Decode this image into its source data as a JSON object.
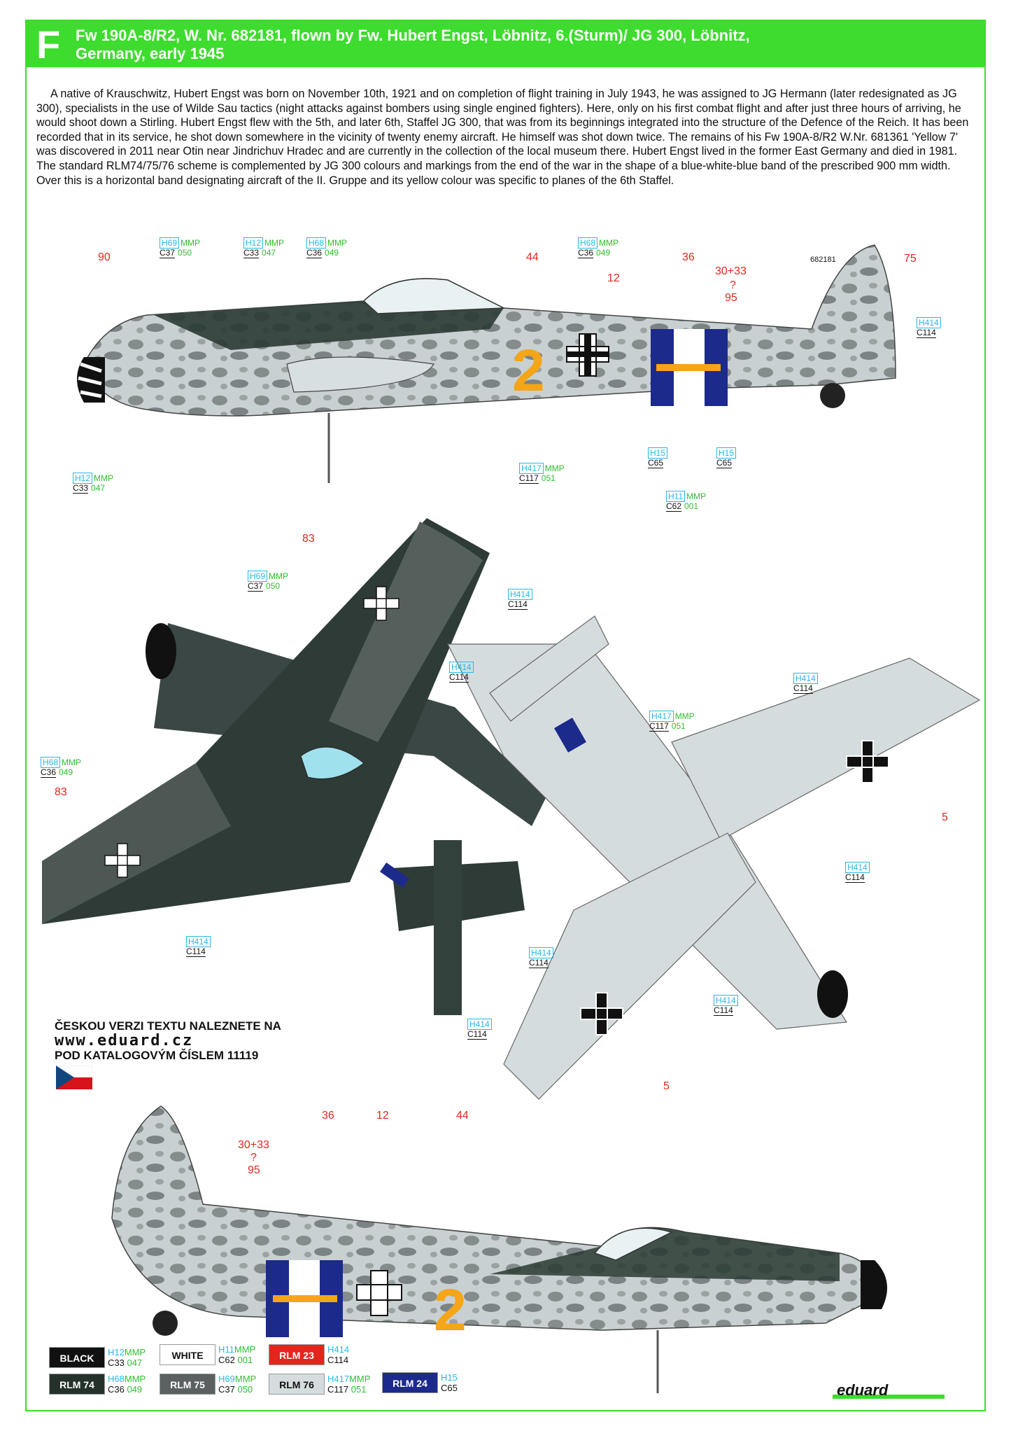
{
  "header": {
    "letter": "F",
    "title_line1": "Fw 190A-8/R2, W. Nr. 682181, flown by Fw. Hubert Engst, Löbnitz, 6.(Sturm)/ JG 300, Löbnitz,",
    "title_line2": "Germany, early 1945",
    "accent_color": "#3ddc2e"
  },
  "description": "A native of Krauschwitz, Hubert Engst was born on November 10th, 1921 and on completion of flight training in July 1943, he was assigned to JG Hermann (later redesignated as JG 300), specialists in the use of Wilde Sau tactics (night attacks against bombers using single engined fighters). Here, only on his first combat flight and after just three hours of arriving, he would shoot down a Stirling. Hubert Engst flew with the 5th, and later 6th, Staffel JG 300, that was from its beginnings integrated into the structure of the Defence of the Reich. It has been recorded that in its service, he shot down somewhere in the vicinity of twenty enemy aircraft. He himself was shot down twice. The remains of his Fw 190A-8/R2  W.Nr. 681361 'Yellow 7' was discovered in 2011 near Otin near Jindrichuv Hradec and are currently in the collection of the local museum there. Hubert Engst lived in the former East Germany and died in 1981. The standard RLM74/75/76 scheme is complemented by JG 300 colours and markings from the end of the war in the shape of a blue-white-blue band of the prescribed 900 mm width. Over this is a horizontal band designating aircraft of the II. Gruppe and its yellow colour was specific to planes of the 6th Staffel.",
  "side_view_left": {
    "werknummer": "682181",
    "code_numeral": "2",
    "stencil_refs": [
      "90",
      "44",
      "12",
      "36",
      "30+33",
      "?",
      "95",
      "75"
    ],
    "paint_callouts": [
      {
        "h": "H69",
        "m": "MMP",
        "c": "C37",
        "n": "050"
      },
      {
        "h": "H12",
        "m": "MMP",
        "c": "C33",
        "n": "047"
      },
      {
        "h": "H68",
        "m": "MMP",
        "c": "C36",
        "n": "049"
      },
      {
        "h": "H68",
        "m": "MMP",
        "c": "C36",
        "n": "049"
      },
      {
        "h": "H414",
        "c": "C114"
      },
      {
        "h": "H12",
        "m": "MMP",
        "c": "C33",
        "n": "047"
      },
      {
        "h": "H417",
        "m": "MMP",
        "c": "C117",
        "n": "051"
      },
      {
        "h": "H15",
        "c": "C65"
      },
      {
        "h": "H15",
        "c": "C65"
      },
      {
        "h": "H11",
        "m": "MMP",
        "c": "C62",
        "n": "001"
      }
    ]
  },
  "top_view": {
    "stencil_refs": [
      "83",
      "83"
    ],
    "paint_callouts": [
      {
        "h": "H69",
        "m": "MMP",
        "c": "C37",
        "n": "050"
      },
      {
        "h": "H414",
        "c": "C114"
      },
      {
        "h": "H68",
        "m": "MMP",
        "c": "C36",
        "n": "049"
      },
      {
        "h": "H414",
        "c": "C114"
      },
      {
        "h": "H414",
        "c": "C114"
      },
      {
        "h": "H414",
        "c": "C114"
      }
    ]
  },
  "bottom_view": {
    "stencil_refs": [
      "5",
      "5"
    ],
    "paint_callouts": [
      {
        "h": "H414",
        "c": "C114"
      },
      {
        "h": "H417",
        "m": "MMP",
        "c": "C117",
        "n": "051"
      },
      {
        "h": "H414",
        "c": "C114"
      },
      {
        "h": "H414",
        "c": "C114"
      },
      {
        "h": "H414",
        "c": "C114"
      }
    ]
  },
  "side_view_right": {
    "code_numeral": "2",
    "stencil_refs": [
      "36",
      "12",
      "44",
      "30+33",
      "?",
      "95"
    ]
  },
  "czech_note": {
    "line1": "ČESKOU VERZI TEXTU NALEZNETE NA",
    "url": "www.eduard.cz",
    "line2": "POD KATALOGOVÝM ČÍSLEM 11119"
  },
  "legend": [
    {
      "label": "BLACK",
      "bg": "#111111",
      "fg": "#ffffff",
      "h": "H12",
      "m": "MMP",
      "c": "C33",
      "n": "047"
    },
    {
      "label": "WHITE",
      "bg": "#ffffff",
      "fg": "#111111",
      "h": "H11",
      "m": "MMP",
      "c": "C62",
      "n": "001"
    },
    {
      "label": "RLM 23",
      "bg": "#e3261c",
      "fg": "#ffffff",
      "h": "H414",
      "m": "",
      "c": "C114",
      "n": ""
    },
    {
      "label": "RLM 74",
      "bg": "#24322b",
      "fg": "#ffffff",
      "h": "H68",
      "m": "MMP",
      "c": "C36",
      "n": "049"
    },
    {
      "label": "RLM 75",
      "bg": "#5a6160",
      "fg": "#ffffff",
      "h": "H69",
      "m": "MMP",
      "c": "C37",
      "n": "050"
    },
    {
      "label": "RLM 76",
      "bg": "#d5dcde",
      "fg": "#111111",
      "h": "H417",
      "m": "MMP",
      "c": "C117",
      "n": "051"
    },
    {
      "label": "RLM 24",
      "bg": "#1c2a8c",
      "fg": "#ffffff",
      "h": "H15",
      "m": "",
      "c": "C65",
      "n": ""
    }
  ],
  "brand": "eduard"
}
